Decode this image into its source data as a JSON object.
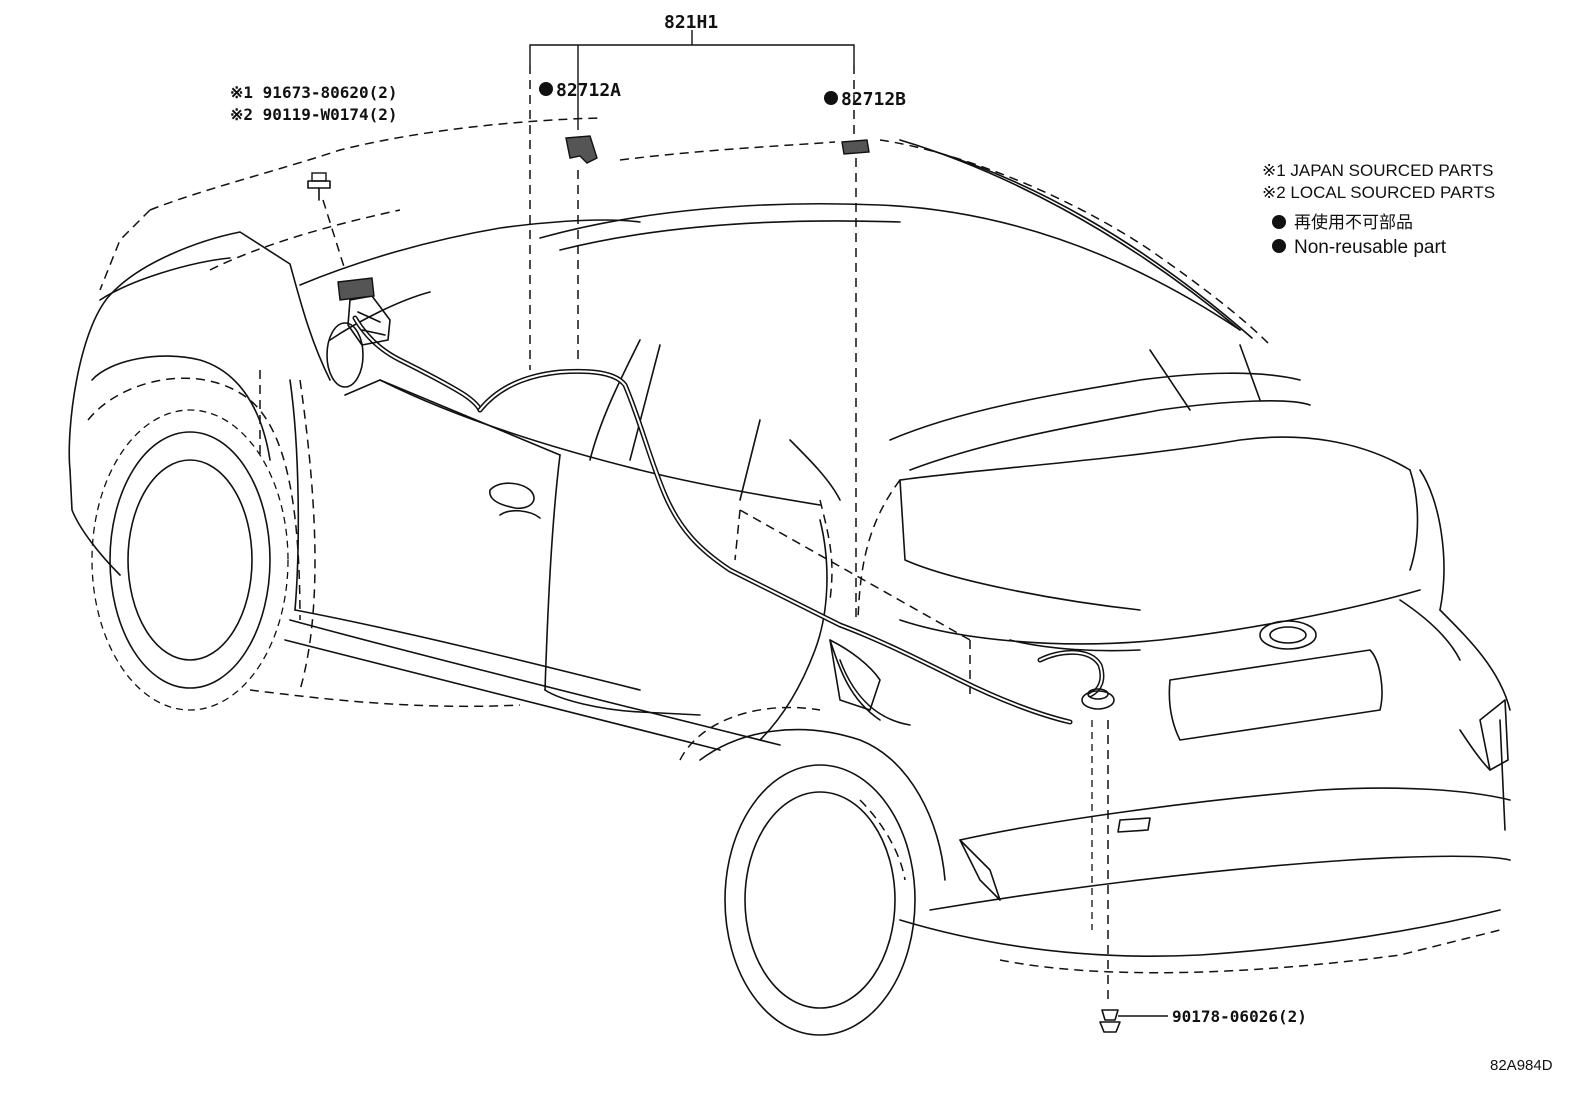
{
  "diagram": {
    "assembly_label": "821H1",
    "parts": {
      "harness_a": "82712A",
      "harness_b": "82712B",
      "bolt_jp": "※1 91673-80620(2)",
      "bolt_local": "※2 90119-W0174(2)",
      "clip": "90178-06026(2)"
    },
    "legend": {
      "japan_sourced": "※1 JAPAN SOURCED PARTS",
      "local_sourced": "※2 LOCAL SOURCED PARTS",
      "non_reusable_jp": "再使用不可部品",
      "non_reusable_en": "Non-reusable part"
    },
    "figure_code": "82A984D",
    "colors": {
      "line": "#111111",
      "background": "#ffffff"
    },
    "icons": {
      "non_reusable_marker": "filled-circle",
      "bolt": "bolt-icon",
      "clip": "clip-icon"
    }
  }
}
